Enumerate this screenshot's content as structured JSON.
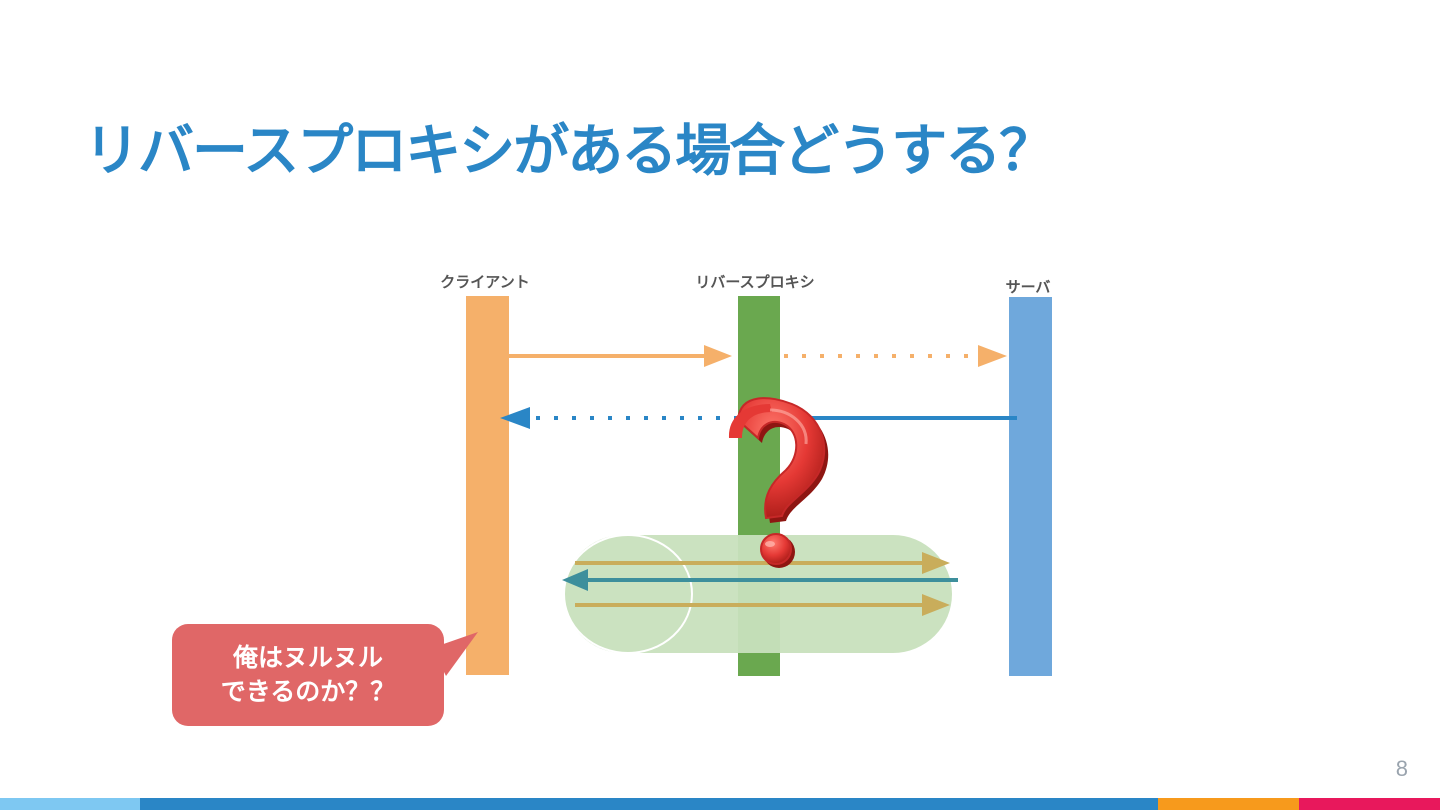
{
  "slide": {
    "title": "リバースプロキシがある場合どうする？",
    "page_number": "8"
  },
  "lanes": {
    "client": {
      "label": "クライアント",
      "color": "#f5b06a"
    },
    "proxy": {
      "label": "リバースプロキシ",
      "color": "#6aa84f"
    },
    "server": {
      "label": "サーバ",
      "color": "#6fa8dc"
    }
  },
  "bubble": {
    "line1": "俺はヌルヌル",
    "line2": "できるのか？？",
    "color": "#e06767"
  },
  "colors": {
    "title": "#2a86c6",
    "request_arrow": "#f5b06a",
    "response_arrow": "#2a86c6",
    "tunnel_fill": "#c8e0bd",
    "tunnel_arrow": "#c9ad5b",
    "tunnel_back_arrow": "#3d8f9c",
    "question_mark": "#e53935",
    "footer": [
      "#7ec8f2",
      "#2a86c6",
      "#f79a1c",
      "#e8185c"
    ]
  },
  "icons": {
    "question_mark": "question-mark-icon"
  }
}
